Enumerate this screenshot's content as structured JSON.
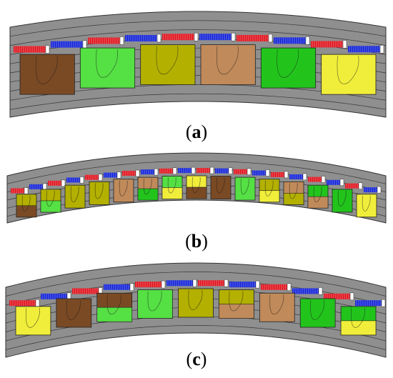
{
  "panels": [
    {
      "id": "a",
      "caption_open": "(",
      "caption_letter": "a",
      "caption_close": ")",
      "slots": [
        {
          "color": "#7a4a24",
          "split": null
        },
        {
          "color": "#55e044",
          "split": null
        },
        {
          "color": "#b3b000",
          "split": null
        },
        {
          "color": "#c08a5a",
          "split": null
        },
        {
          "color": "#22c41c",
          "split": null
        },
        {
          "color": "#f0ee3a",
          "split": null
        }
      ]
    },
    {
      "id": "b",
      "caption_open": "(",
      "caption_letter": "b",
      "caption_close": ")",
      "slots": [
        {
          "color": "#b3b000",
          "split": "#7a4a24"
        },
        {
          "color": "#b3b000",
          "split": "#55e044"
        },
        {
          "color": "#b3b000",
          "split": null
        },
        {
          "color": "#b3b000",
          "split": null
        },
        {
          "color": "#c08a5a",
          "split": null
        },
        {
          "color": "#c08a5a",
          "split": "#22c41c"
        },
        {
          "color": "#55e044",
          "split": "#f0ee3a"
        },
        {
          "color": "#f0ee3a",
          "split": "#7a4a24"
        },
        {
          "color": "#7a4a24",
          "split": null
        },
        {
          "color": "#55e044",
          "split": null
        },
        {
          "color": "#b3b000",
          "split": "#f0ee3a"
        },
        {
          "color": "#c08a5a",
          "split": "#b3b000"
        },
        {
          "color": "#22c41c",
          "split": "#c08a5a"
        },
        {
          "color": "#22c41c",
          "split": null
        },
        {
          "color": "#f0ee3a",
          "split": null
        }
      ]
    },
    {
      "id": "c",
      "caption_open": "(",
      "caption_letter": "c",
      "caption_close": ")",
      "slots": [
        {
          "color": "#f0ee3a",
          "split": null
        },
        {
          "color": "#7a4a24",
          "split": null
        },
        {
          "color": "#7a4a24",
          "split": "#55e044"
        },
        {
          "color": "#55e044",
          "split": null
        },
        {
          "color": "#b3b000",
          "split": null
        },
        {
          "color": "#b3b000",
          "split": "#c08a5a"
        },
        {
          "color": "#c08a5a",
          "split": null
        },
        {
          "color": "#22c41c",
          "split": null
        },
        {
          "color": "#22c41c",
          "split": "#f0ee3a"
        }
      ]
    }
  ],
  "colors": {
    "iron": "#8f8f8f",
    "flux_line": "#1a1a1a",
    "magnet_north": "#e0141e",
    "magnet_south": "#1424d8",
    "magnet_gap": "#ffffff"
  }
}
